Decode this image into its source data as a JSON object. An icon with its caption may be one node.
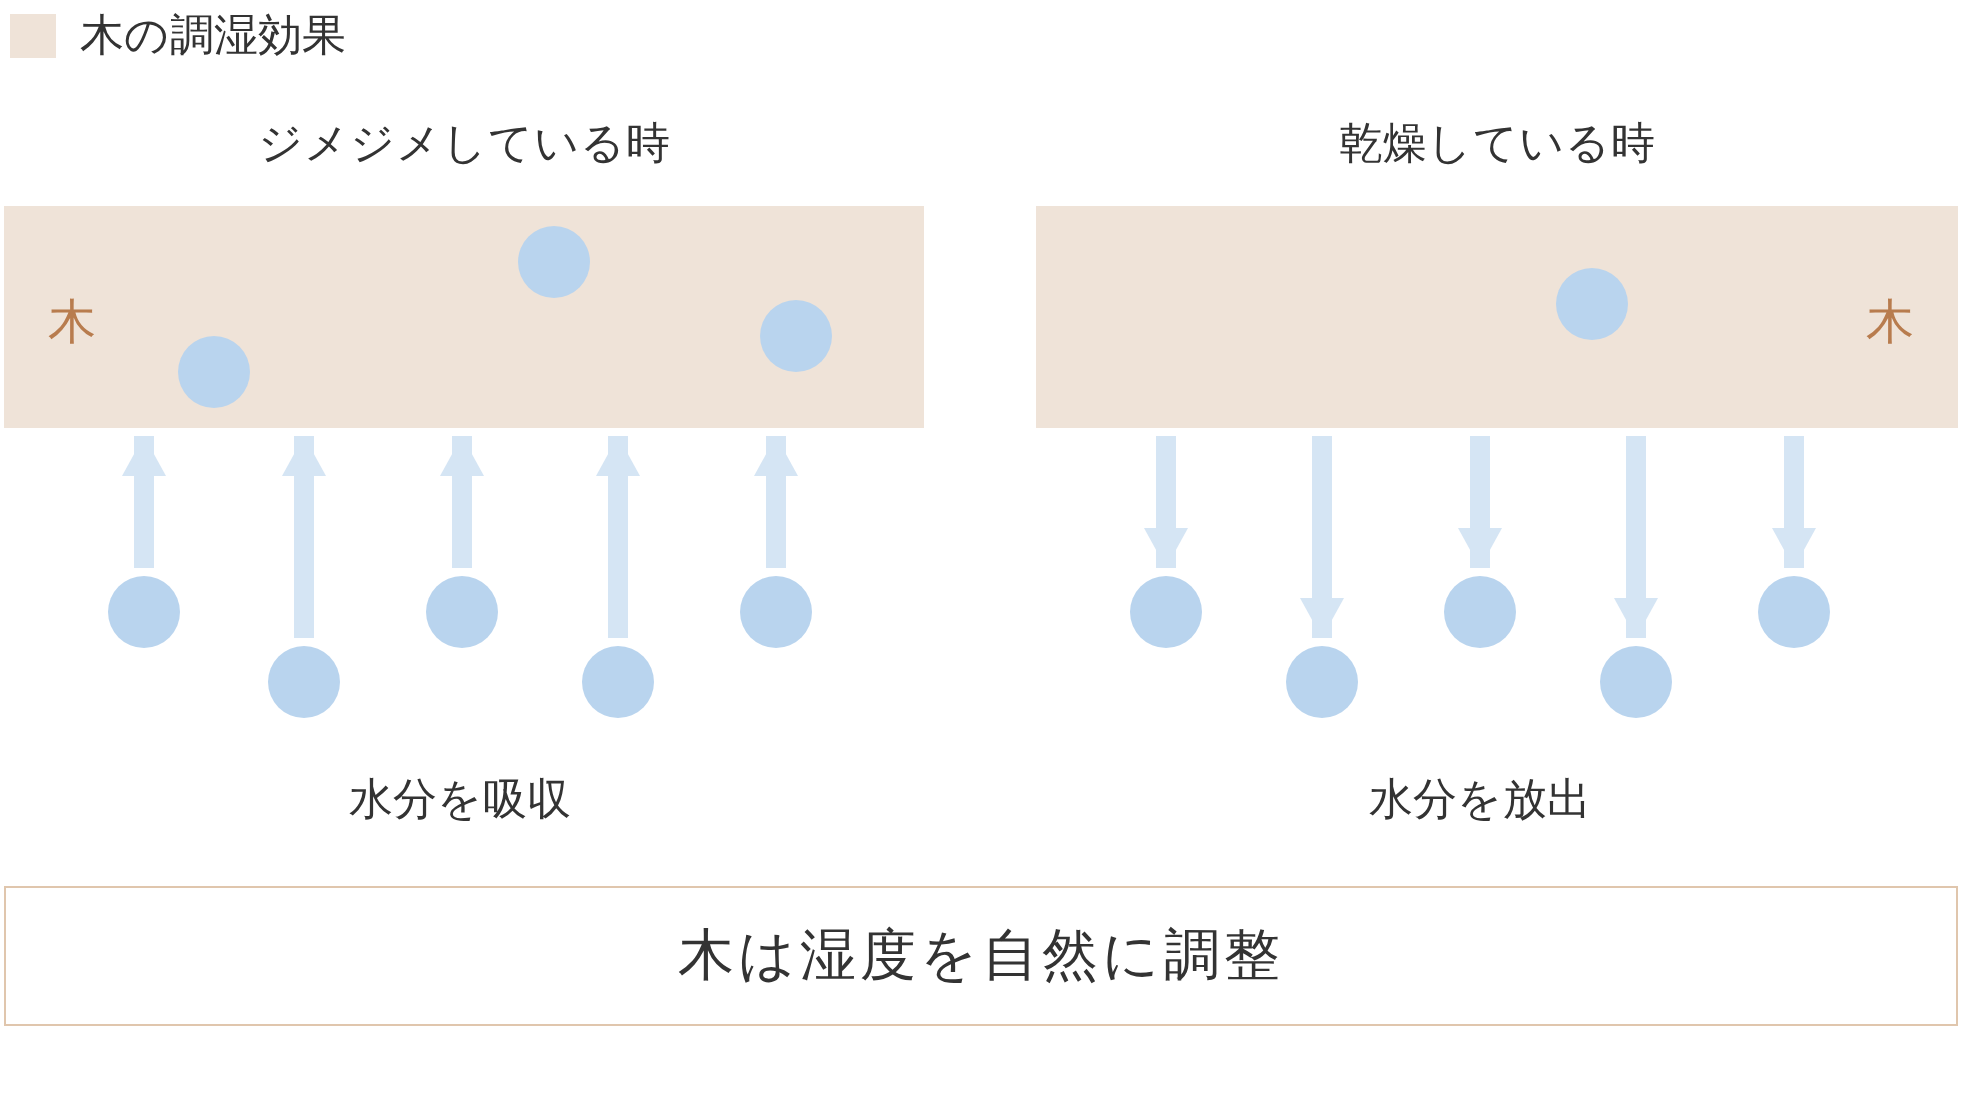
{
  "diagram": {
    "nodes": [
      {
        "text": [
          "ジメジメしている時",
          "木"
        ]
      },
      {
        "text": [],
        "shape": "circle",
        "in": 0
      },
      {
        "text": [],
        "shape": "circle",
        "in": 0
      },
      {
        "text": [],
        "shape": "circle",
        "in": 0
      },
      {
        "text": [],
        "shape": "circle"
      },
      {
        "text": [],
        "shape": "circle"
      },
      {
        "text": [],
        "shape": "circle"
      },
      {
        "text": [],
        "shape": "circle"
      },
      {
        "text": [],
        "shape": "circle"
      },
      {
        "text": [
          "乾燥している時",
          "木"
        ]
      },
      {
        "text": [],
        "shape": "circle",
        "in": 9
      },
      {
        "text": [],
        "shape": "circle"
      },
      {
        "text": [],
        "shape": "circle"
      },
      {
        "text": [],
        "shape": "circle"
      },
      {
        "text": [],
        "shape": "circle"
      },
      {
        "text": [],
        "shape": "circle"
      },
      {
        "text": [
          "木は湿度を自然に調整"
        ]
      }
    ],
    "edges": [
      {
        "from": 4,
        "to": 0,
        "arrow": "to"
      },
      {
        "from": 5,
        "to": 0,
        "arrow": "to"
      },
      {
        "from": 6,
        "to": 0,
        "arrow": "to"
      },
      {
        "from": 7,
        "to": 0,
        "arrow": "to"
      },
      {
        "from": 8,
        "to": 0,
        "arrow": "to"
      },
      {
        "from": 9,
        "to": 11,
        "arrow": "to"
      },
      {
        "from": 9,
        "to": 12,
        "arrow": "to"
      },
      {
        "from": 9,
        "to": 13,
        "arrow": "to"
      },
      {
        "from": 9,
        "to": 14,
        "arrow": "to"
      },
      {
        "from": 9,
        "to": 15,
        "arrow": "to"
      }
    ],
    "labels": [
      "水分を吸収",
      "水分を放出"
    ],
    "legend": [
      {
        "text": "木の調湿効果",
        "color": "#efe3d8"
      }
    ]
  }
}
